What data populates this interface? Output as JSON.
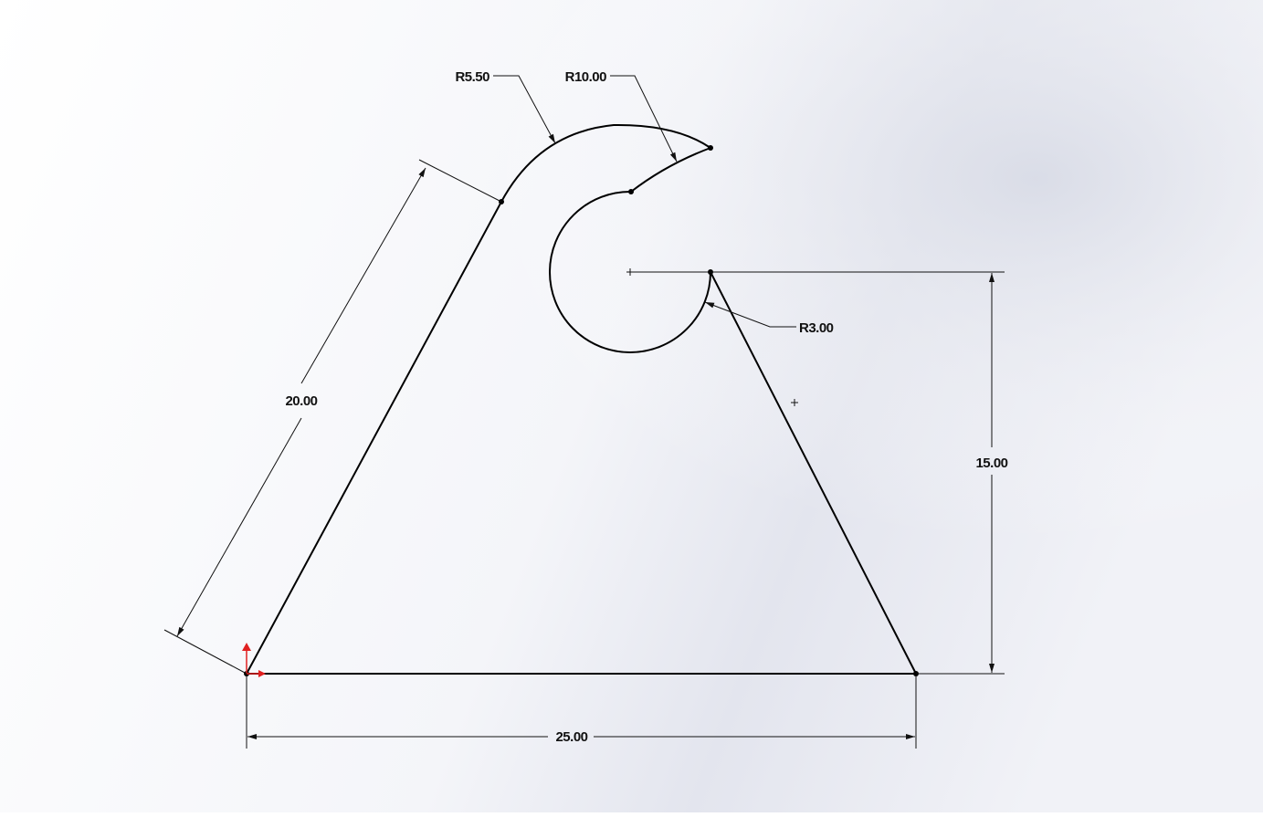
{
  "dimensions": {
    "radius_top_left": "R5.50",
    "radius_top_right": "R10.00",
    "radius_tip": "R3.00",
    "slant_length": "20.00",
    "height": "15.00",
    "base_width": "25.00"
  },
  "colors": {
    "part_fill_dark": "#9c9db8",
    "part_fill_light": "#b5b5c9",
    "edge": "#000000",
    "dimension": "#111111",
    "origin_x_axis": "#e02020",
    "origin_y_axis": "#e02020"
  },
  "icons": {
    "origin": "origin-triad-icon",
    "center_mark": "plus-icon"
  }
}
